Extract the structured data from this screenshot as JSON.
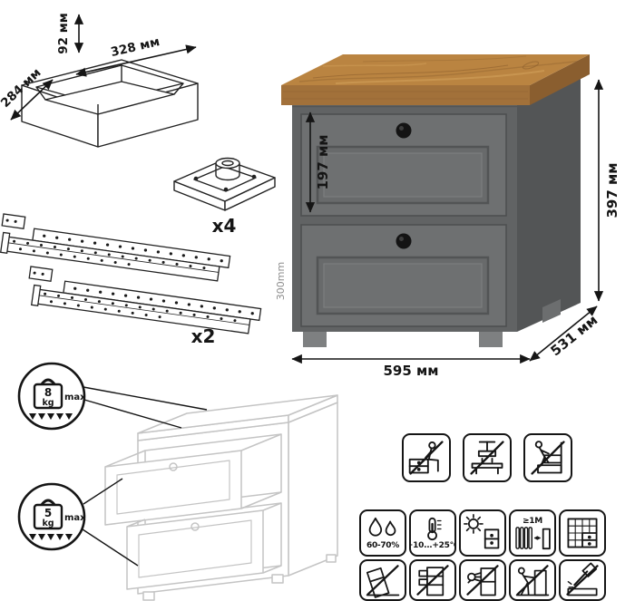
{
  "sheet": "nightstand-specification",
  "colors": {
    "wood_top": "#ba8441",
    "wood_edge": "#a2713a",
    "body_gray": "#6e7071",
    "side_gray": "#535556",
    "knob_black": "#141414",
    "wireframe_gray": "#c4c4c4"
  },
  "dims": {
    "drawer_height": "92 мм",
    "drawer_width": "328 мм",
    "drawer_depth": "284 мм",
    "front_height": "197 мм",
    "height": "397 мм",
    "depth": "531 мм",
    "width": "595 мм"
  },
  "parts": {
    "feet_qty": "x4",
    "slides_qty": "x2",
    "slide_length": "300mm"
  },
  "load": {
    "top": {
      "value": "8",
      "unit": "kg",
      "max": "max"
    },
    "drawers": {
      "value": "5",
      "unit": "kg",
      "max": "max"
    }
  },
  "care_grid": {
    "rows": [
      {
        "cells": [
          {
            "icon": "no-sitting"
          },
          {
            "icon": "no-pressure"
          },
          {
            "icon": "no-climbing-on-drawers"
          }
        ]
      },
      {
        "cells": [
          {
            "icon": "humidity-droplets",
            "label": "60-70%"
          },
          {
            "icon": "thermometer",
            "label": "+10...+25°С"
          },
          {
            "icon": "avoid-direct-sunlight"
          },
          {
            "icon": "keep-distance-from-heaters",
            "label": "≥1М"
          },
          {
            "icon": "assembly-scheme"
          }
        ]
      },
      {
        "cells": [
          {
            "icon": "no-tilting"
          },
          {
            "icon": "no-moving-with-open-drawers"
          },
          {
            "icon": "no-leaning"
          },
          {
            "icon": "no-pushing"
          },
          {
            "icon": "no-hammering"
          }
        ]
      }
    ]
  }
}
